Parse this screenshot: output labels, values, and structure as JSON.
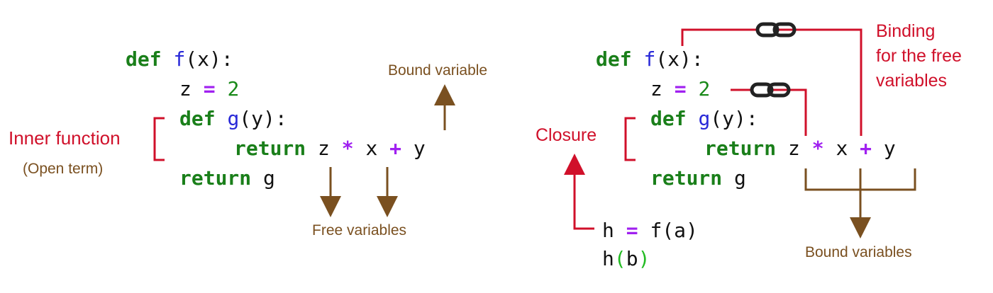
{
  "left": {
    "code": {
      "def_kw": "def",
      "f_name": "f",
      "f_sig": "(x):",
      "z_var": "z",
      "eq": "=",
      "two": "2",
      "def_kw2": "def",
      "g_name": "g",
      "g_sig": "(y):",
      "return_kw": "return",
      "z": "z",
      "mul": "*",
      "x": "x",
      "plus": "+",
      "y": "y",
      "return_kw2": "return",
      "g_ret": "g"
    },
    "labels": {
      "inner_function": "Inner function",
      "open_term": "(Open term)",
      "bound_variable": "Bound variable",
      "free_variables": "Free variables"
    }
  },
  "right": {
    "code": {
      "def_kw": "def",
      "f_name": "f",
      "f_sig": "(x):",
      "z_var": "z",
      "eq": "=",
      "two": "2",
      "def_kw2": "def",
      "g_name": "g",
      "g_sig": "(y):",
      "return_kw": "return",
      "z": "z",
      "mul": "*",
      "x": "x",
      "plus": "+",
      "y": "y",
      "return_kw2": "return",
      "g_ret": "g",
      "h_var": "h",
      "h_eq": "=",
      "h_call": "f(a)",
      "h2": "h",
      "open_paren": "(",
      "b": "b",
      "close_paren": ")"
    },
    "labels": {
      "closure": "Closure",
      "binding_line1": "Binding",
      "binding_line2": "for the free",
      "binding_line3": "variables",
      "bound_variables": "Bound variables"
    }
  },
  "colors": {
    "keyword": "#1a7f1a",
    "function_name": "#2a2ad8",
    "operator": "#a020f0",
    "annotation_brown": "#7a5020",
    "annotation_red": "#d0102a",
    "chain_icon": "#222222"
  },
  "icons": [
    "chain-link-icon",
    "chain-link-icon"
  ]
}
